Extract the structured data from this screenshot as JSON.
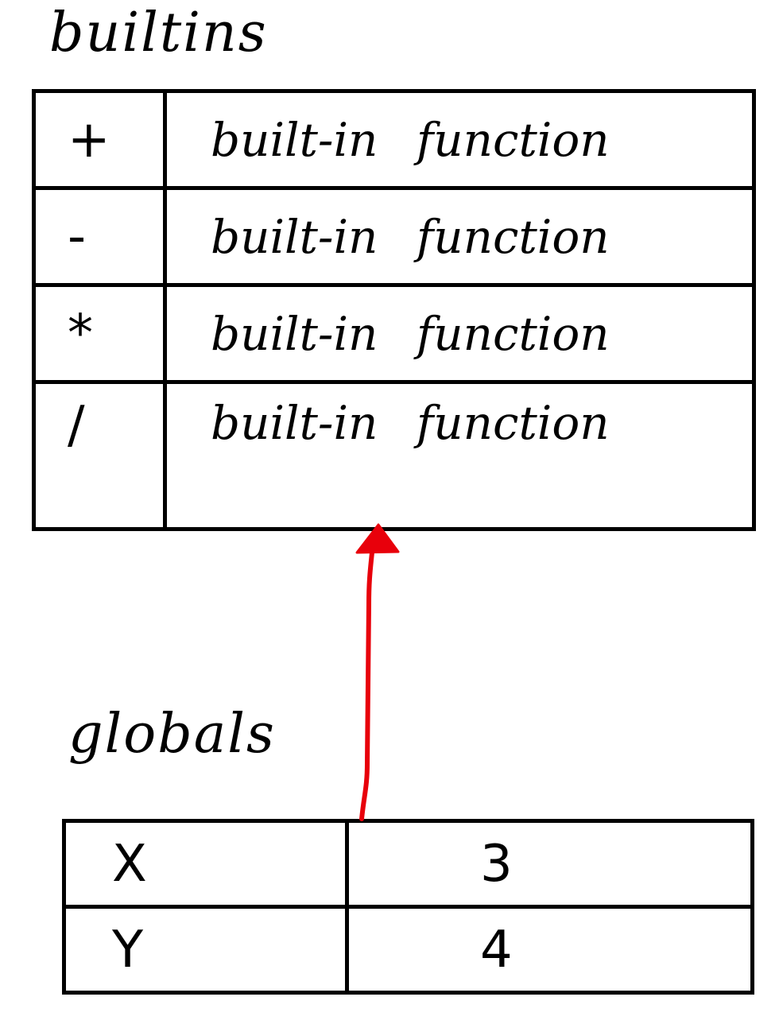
{
  "builtins": {
    "title": "builtins",
    "rows": [
      {
        "name": "+",
        "value": "built-in function"
      },
      {
        "name": "-",
        "value": "built-in function"
      },
      {
        "name": "*",
        "value": "built-in function"
      },
      {
        "name": "/",
        "value": "built-in function"
      }
    ]
  },
  "globals": {
    "title": "globals",
    "rows": [
      {
        "name": "X",
        "value": "3"
      },
      {
        "name": "Y",
        "value": "4"
      }
    ]
  },
  "colors": {
    "ink": "#000000",
    "arrow": "#e8000b",
    "background": "#ffffff"
  }
}
